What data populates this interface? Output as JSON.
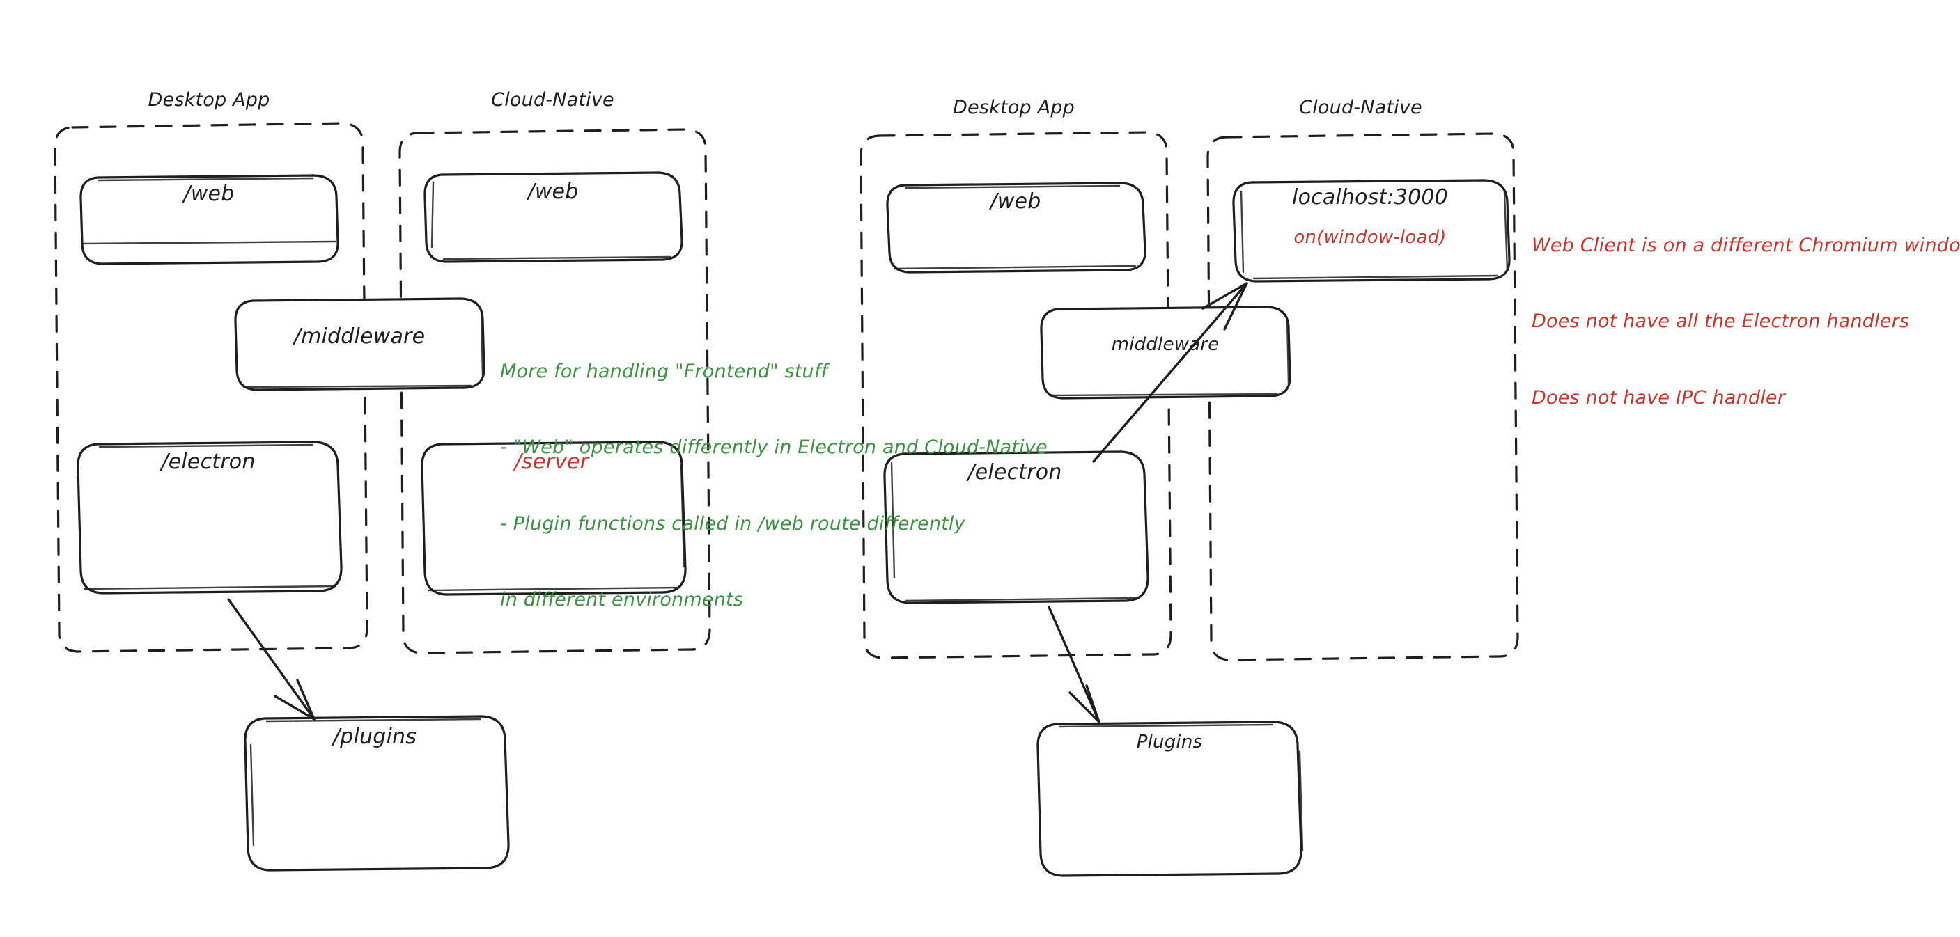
{
  "diagram": {
    "title_left_desktop": "Desktop App",
    "title_left_cloud": "Cloud-Native",
    "title_right_desktop": "Desktop App",
    "title_right_cloud": "Cloud-Native",
    "colors": {
      "stroke": "#1e1e1e",
      "green": "#3d9142",
      "red": "#c9352c",
      "background": "#ffffff"
    },
    "left_panel": {
      "desktop_boxes": [
        {
          "label": "/web"
        },
        {
          "label": "/electron"
        }
      ],
      "cloud_boxes": [
        {
          "label": "/web"
        },
        {
          "label": "/server",
          "color": "red"
        }
      ],
      "shared_box": {
        "label": "/middleware"
      },
      "bottom_box": {
        "label": "/plugins"
      }
    },
    "right_panel": {
      "desktop_boxes": [
        {
          "label": "/web"
        },
        {
          "label": "/electron"
        }
      ],
      "cloud_boxes": [
        {
          "label": "localhost:3000",
          "sub_label": "on(window-load)",
          "sub_color": "red"
        }
      ],
      "shared_box": {
        "label": "middleware"
      },
      "bottom_box": {
        "label": "Plugins"
      }
    },
    "notes": {
      "green": [
        "More for handling \"Frontend\" stuff",
        "- \"Web\" operates differently in Electron and Cloud-Native",
        "- Plugin functions called in /web route differently",
        "in different environments"
      ],
      "red": [
        "Web Client is on a different Chromium window",
        "Does not have all the Electron handlers",
        "Does not have IPC handler"
      ]
    }
  }
}
